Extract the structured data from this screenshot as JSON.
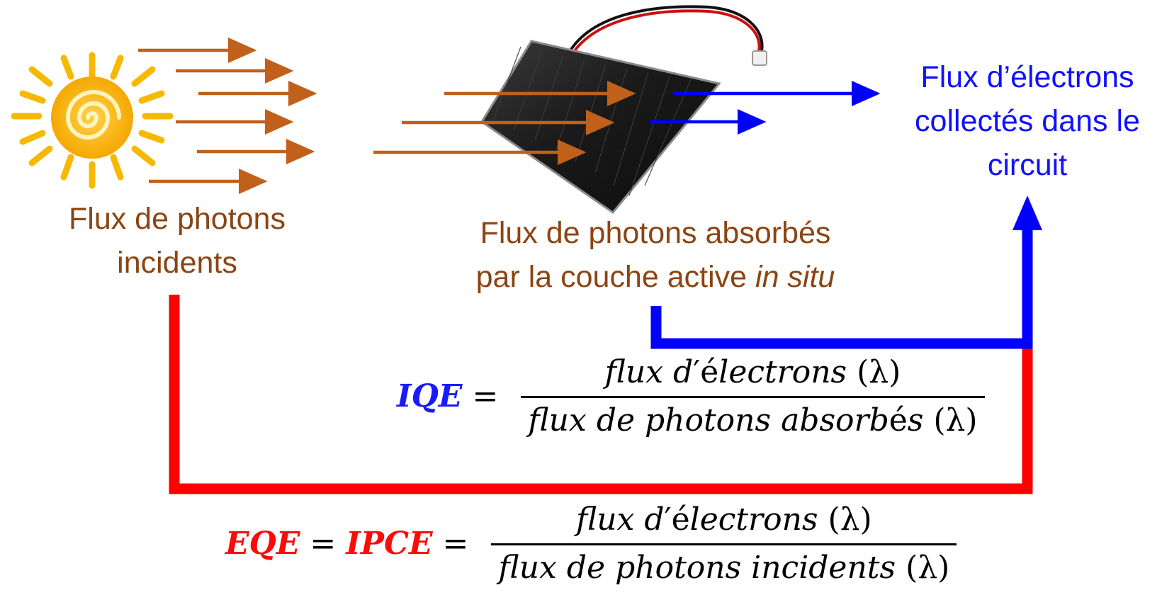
{
  "labels": {
    "incident_line1": "Flux de photons",
    "incident_line2": "incidents",
    "absorbed_line1": "Flux de photons absorbés",
    "absorbed_line2_prefix": "par la couche active ",
    "absorbed_line2_italic": "in situ",
    "electrons_line1": "Flux d’électrons",
    "electrons_line2": "collectés dans le",
    "electrons_line3": "circuit"
  },
  "iqe": {
    "lhs": "IQE",
    "equals": "=",
    "num_a": "flux d",
    "num_b": "′é",
    "num_c": "lectrons  ",
    "num_d": "(λ)",
    "den_a": "flux de photons absorb",
    "den_b": "é",
    "den_c": "s ",
    "den_d": "(λ)"
  },
  "eqe": {
    "lhs_a": "EQE",
    "equals": "=",
    "lhs_b": "IPCE",
    "num_a": "flux d",
    "num_b": "′é",
    "num_c": "lectrons ",
    "num_d": "(λ)",
    "den_a": "flux de photons incidents ",
    "den_b": "(λ)"
  },
  "colors": {
    "photon_arrow": "#c0601a",
    "photon_text": "#8b4513",
    "electron_blue": "#0000ff",
    "eqe_red": "#ff0000",
    "sun_yellow": "#f5b400"
  },
  "icons": [
    "sun-icon",
    "solar-panel-icon"
  ]
}
